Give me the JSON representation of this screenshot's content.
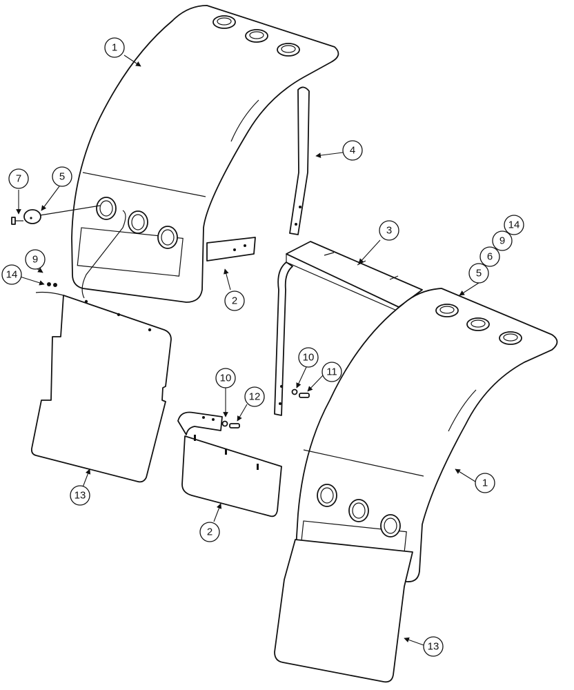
{
  "callouts": {
    "c1a": "1",
    "c1b": "1",
    "c2a": "2",
    "c2b": "2",
    "c3": "3",
    "c4": "4",
    "c5a": "5",
    "c5b": "5",
    "c6": "6",
    "c7": "7",
    "c9a": "9",
    "c9b": "9",
    "c10a": "10",
    "c10b": "10",
    "c11": "11",
    "c12": "12",
    "c13a": "13",
    "c13b": "13",
    "c14a": "14",
    "c14b": "14"
  }
}
